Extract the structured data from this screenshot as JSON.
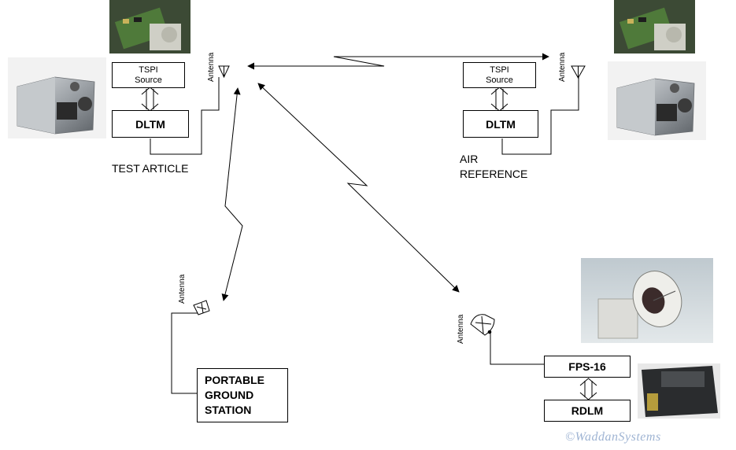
{
  "nodes": {
    "ta_tspi": "TSPI\nSource",
    "ta_dltm": "DLTM",
    "ta_label": "TEST ARTICLE",
    "ar_tspi": "TSPI\nSource",
    "ar_dltm": "DLTM",
    "ar_label": "AIR\nREFERENCE",
    "pgs": "PORTABLE\nGROUND\nSTATION",
    "fps": "FPS-16",
    "rdlm": "RDLM"
  },
  "antenna_label": "Antenna",
  "watermark": "©WaddanSystems",
  "colors": {
    "line": "#000000",
    "watermark": "#9fb4d3"
  }
}
